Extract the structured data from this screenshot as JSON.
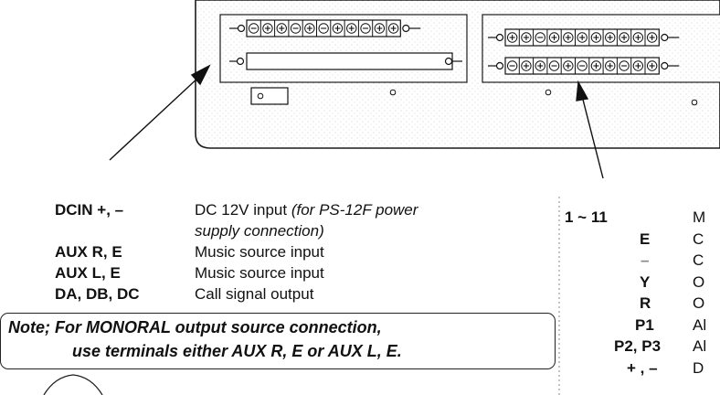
{
  "left_terminals": [
    {
      "key": "DCIN +, –",
      "desc": "DC 12V input ",
      "desc_italic": "(for PS-12F power",
      "desc_cont": "supply connection)"
    },
    {
      "key": "AUX R,  E",
      "desc": "Music source input"
    },
    {
      "key": "AUX L,  E",
      "desc": "Music source input"
    },
    {
      "key": "DA, DB, DC",
      "desc": "Call signal output"
    }
  ],
  "note": {
    "line1": "Note;  For MONORAL output source connection,",
    "line2": "use terminals either AUX R, E or AUX L, E."
  },
  "right_terminals": [
    {
      "key": "1  ~  11",
      "desc": "M"
    },
    {
      "key": "E",
      "desc": "C"
    },
    {
      "key": "–",
      "desc": "C"
    },
    {
      "key": "Y",
      "desc": "O"
    },
    {
      "key": "R",
      "desc": "O"
    },
    {
      "key": "P1",
      "desc": "Al"
    },
    {
      "key": "P2, P3",
      "desc": "Al"
    },
    {
      "key": "+ , –",
      "desc": "D"
    }
  ],
  "terminal_strips": [
    {
      "name": "strip-top-left",
      "symbols": [
        "-",
        "+",
        "+",
        "-",
        "+",
        "-",
        "+",
        "+",
        "-",
        "+",
        "+"
      ]
    },
    {
      "name": "strip-top-right",
      "symbols": [
        "+",
        "+",
        "-",
        "+",
        "+",
        "+",
        "+",
        "+",
        "+",
        "+",
        "+"
      ]
    },
    {
      "name": "strip-bottom-right",
      "symbols": [
        "-",
        "+",
        "+",
        "-",
        "+",
        "-",
        "+",
        "+",
        "-",
        "+",
        "+"
      ]
    }
  ]
}
